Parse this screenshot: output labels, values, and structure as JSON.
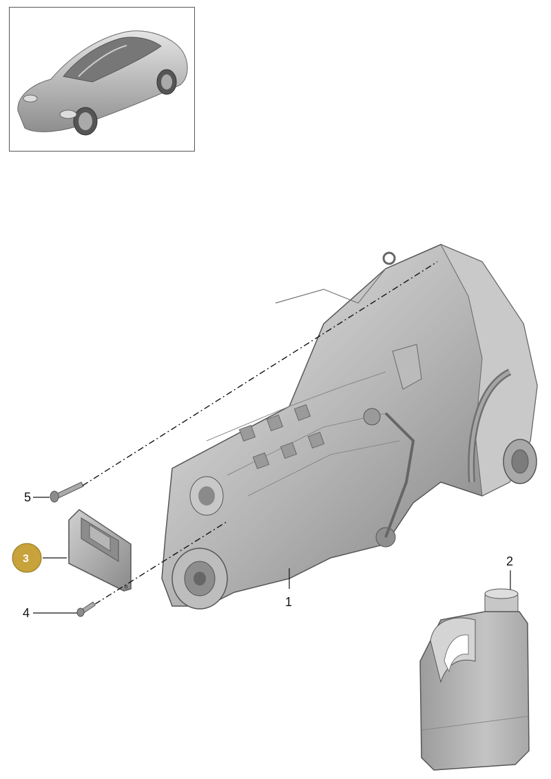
{
  "callouts": [
    {
      "number": "1",
      "part": "manual-transmission",
      "highlighted": false
    },
    {
      "number": "2",
      "part": "oil-bottle",
      "highlighted": false
    },
    {
      "number": "3",
      "part": "bracket",
      "highlighted": true
    },
    {
      "number": "4",
      "part": "bolt",
      "highlighted": false
    },
    {
      "number": "5",
      "part": "bolt",
      "highlighted": false
    }
  ],
  "colors": {
    "highlight_badge": "#c8a23a",
    "part_gray": "#b8b8b8",
    "outline": "#555555"
  }
}
